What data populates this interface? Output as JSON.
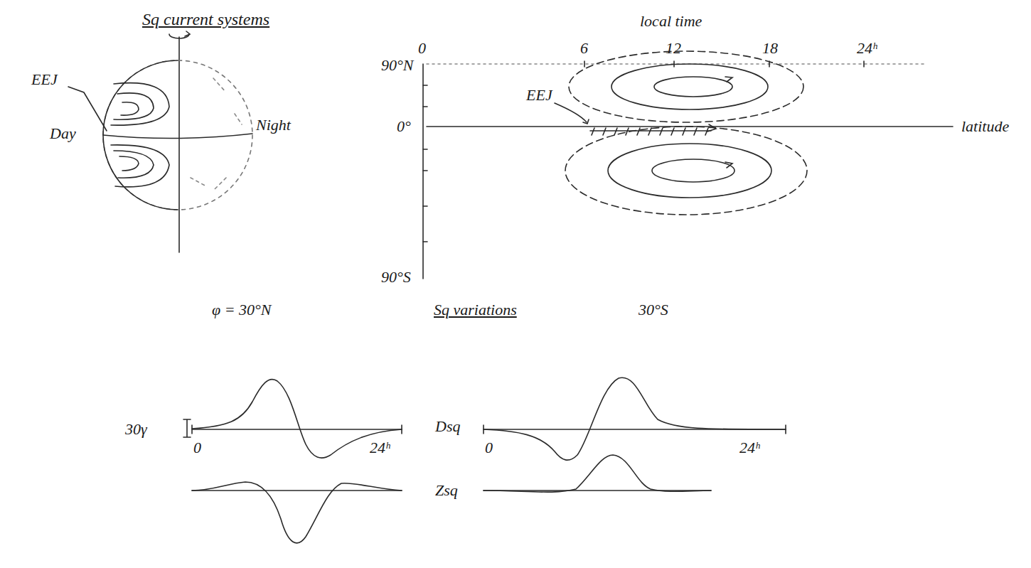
{
  "diagram": {
    "title": "Sq current systems",
    "labels": [
      "local time",
      "0",
      "6",
      "12",
      "18",
      "24ʰ",
      "90°N",
      "0°",
      "90°S",
      "latitude",
      "EEJ",
      "Day",
      "Night",
      "EEJ",
      "φ = 30°N",
      "Sq variations",
      "30°S",
      "30γ",
      "0",
      "24ʰ",
      "Dsq",
      "0",
      "24ʰ",
      "Zsq"
    ]
  }
}
